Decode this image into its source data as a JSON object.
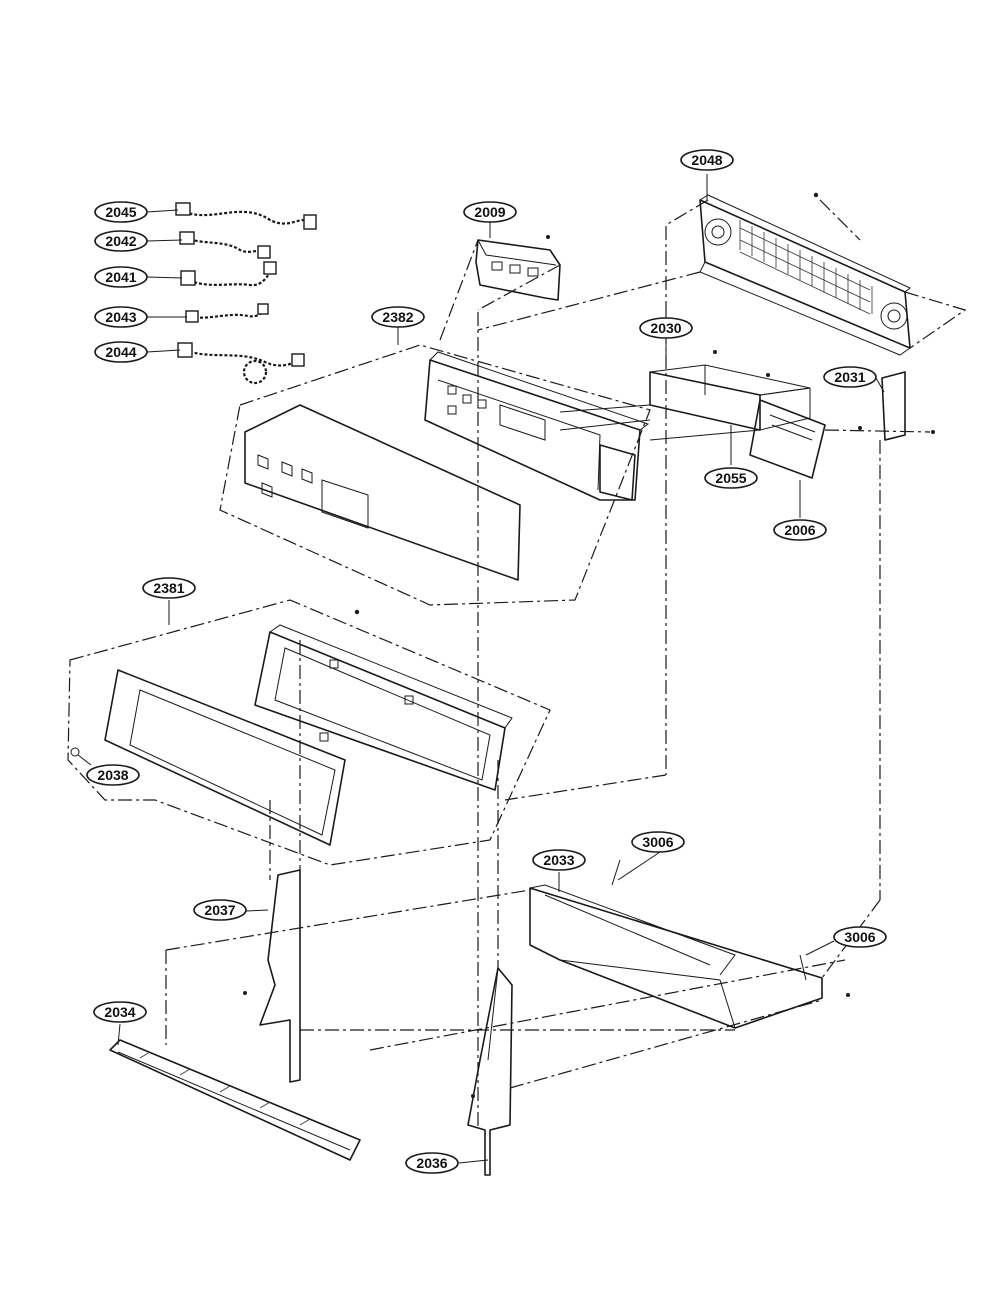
{
  "callouts": {
    "c2045": "2045",
    "c2042": "2042",
    "c2041": "2041",
    "c2043": "2043",
    "c2044": "2044",
    "c2009": "2009",
    "c2048": "2048",
    "c2382": "2382",
    "c2030": "2030",
    "c2031": "2031",
    "c2055": "2055",
    "c2006": "2006",
    "c2381": "2381",
    "c2038": "2038",
    "c3006a": "3006",
    "c2033": "2033",
    "c3006b": "3006",
    "c2037": "2037",
    "c2034": "2034",
    "c2036": "2036"
  }
}
